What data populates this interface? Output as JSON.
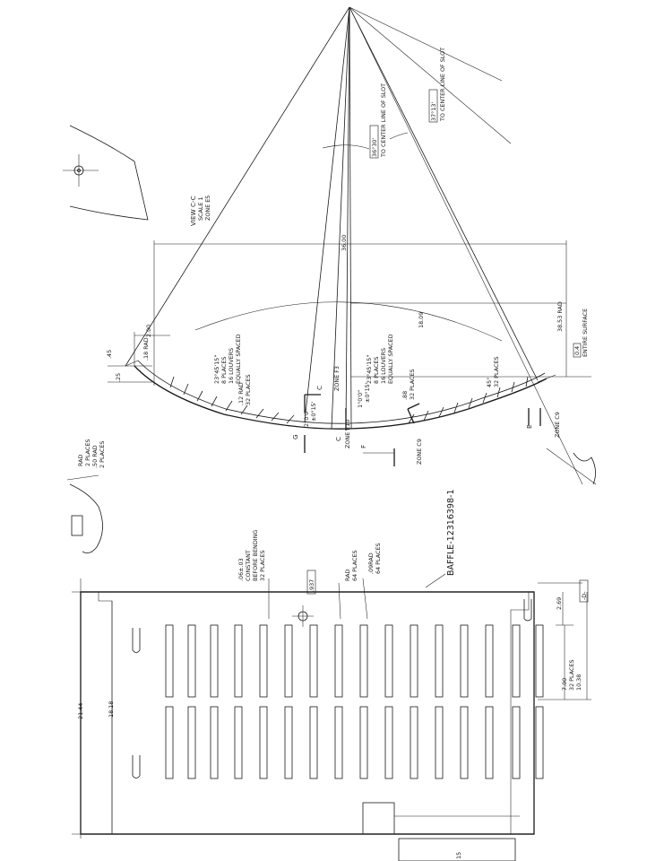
{
  "labels": {
    "part_title": "BAFFLE-12316398-1",
    "view_title": "VIEW C-C",
    "view_scale": "SCALE 1",
    "view_zone": "ZONE E5",
    "dim_overall_width": "21.44",
    "dim_slot_span": "18.18",
    "dim_arc_chord": "36.00",
    "dim_arc_half": "18.09",
    "dim_arc_radius": "38.53 RAD",
    "dim_top_offset": "2.00",
    "dim_tip": ".45",
    "dim_edge": ".25",
    "dim_corner_rad": ".18 RAD",
    "dim_louver_rad": ".12 RAD",
    "dim_louver_rad_places": "32 PLACES",
    "angle_left_1": "23°45'15\"",
    "angle_left_2": "8 PLACES",
    "angle_left_3": "16 LOUVERS",
    "angle_left_4": "EQUALLY SPACED",
    "angle_right_1": "23°45'15\"",
    "angle_right_2": "8 PLACES",
    "angle_right_3": "16 LOUVERS",
    "angle_right_4": "EQUALLY SPACED",
    "slot_angle_1": "2°0'0\"",
    "slot_angle_1b": "±0°15'",
    "slot_angle_2": "1°0'0\"",
    "slot_angle_2b": "±0°15'",
    "dim_louver_depth": ".88",
    "dim_louver_depth_places": "32 PLACES",
    "angle_45": "45°",
    "angle_45_places": "32 PLACES",
    "surface_note": "ENTIRE SURFACE",
    "surface_flag": "0.4",
    "slot_angle_box_1": "36°30'",
    "slot_angle_box_1_note": "TO CENTER LINE OF SLOT",
    "slot_angle_box_2": "37°13'",
    "slot_angle_box_2_note": "TO CENTER LINE OF SLOT",
    "rad_small_1": "RAD",
    "rad_small_2": "2 PLACES",
    "rad_small_3": ".50 RAD",
    "rad_small_4": "2 PLACES",
    "bend_note_1": ".06±.03",
    "bend_note_2": "CONSTANT",
    "bend_note_3": "BEFORE BENDING",
    "bend_note_4": "32 PLACES",
    "hole_box": ".937",
    "slot_rad_1": "RAD",
    "slot_rad_2": "64 PLACES",
    "slot_rad_3": ".09RAD",
    "slot_rad_4": "64 PLACES",
    "dim_right_edge": "2.69",
    "dim_slot_pitch_1": "7.00",
    "dim_slot_pitch_2": "32 PLACES",
    "dim_slot_pitch_3": "10.38",
    "datum_box": "-D-",
    "section_c": "C",
    "section_c_zone": "ZONE F3",
    "section_c2": "C",
    "section_c2_zone": "ZONE E10",
    "section_f": "F",
    "section_f_zone": "ZONE C9",
    "section_e": "E",
    "section_e_zone": "ZONE C9",
    "section_g": "G",
    "bottom_fragment": "15"
  }
}
